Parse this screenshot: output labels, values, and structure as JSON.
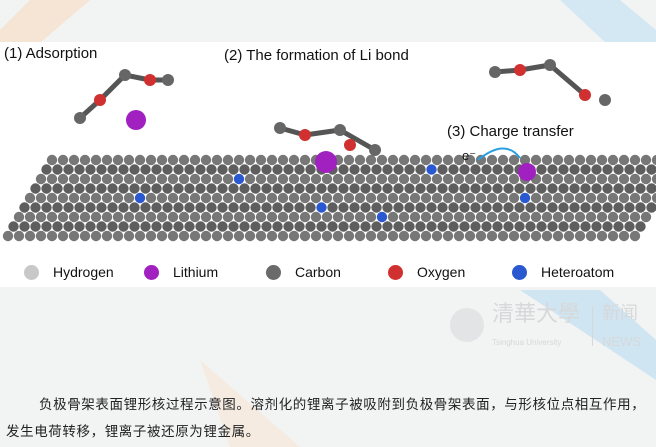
{
  "figure": {
    "labels": {
      "adsorption": "(1) Adsorption",
      "li_bond": "(2) The formation of Li bond",
      "charge_transfer": "(3) Charge transfer",
      "electron": "e⁻"
    },
    "legend": [
      {
        "label": "Hydrogen",
        "color": "#c8c8c8"
      },
      {
        "label": "Lithium",
        "color": "#a020c0"
      },
      {
        "label": "Carbon",
        "color": "#6a6a6a"
      },
      {
        "label": "Oxygen",
        "color": "#d03030"
      },
      {
        "label": "Heteroatom",
        "color": "#2a58d0"
      }
    ]
  },
  "watermark": {
    "cn": "清華大學",
    "en": "Tsinghua University",
    "news_cn": "新闻",
    "news_en": "NEWS"
  },
  "caption": "负极骨架表面锂形核过程示意图。溶剂化的锂离子被吸附到负极骨架表面，与形核位点相互作用，发生电荷转移，锂离子被还原为锂金属。"
}
